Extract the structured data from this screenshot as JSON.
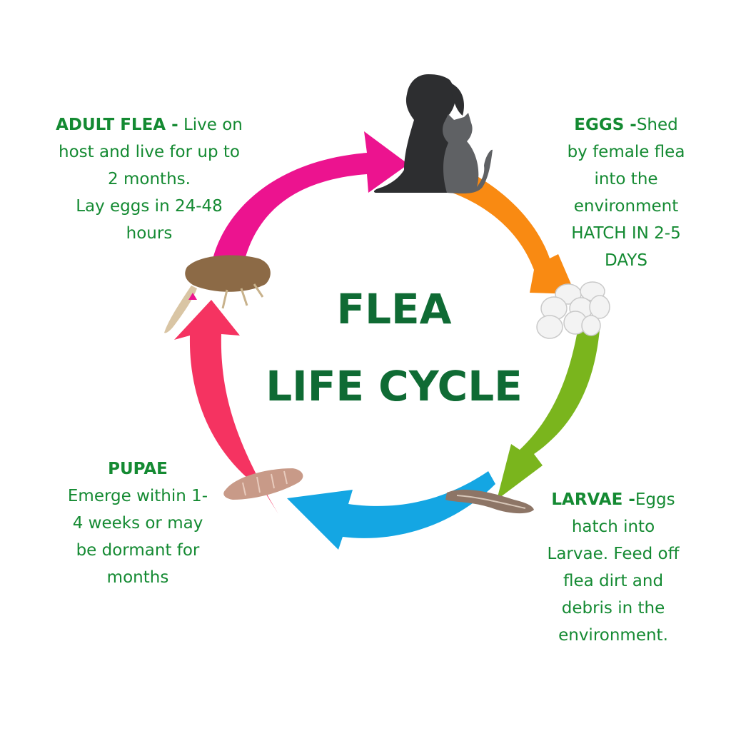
{
  "title": {
    "line1": "FLEA",
    "line2": "LIFE CYCLE"
  },
  "stages": {
    "adult": {
      "label": "ADULT FLEA -",
      "first_rest": " Live on",
      "lines": [
        "host and live for up to",
        "2 months.",
        "Lay eggs in 24-48",
        "hours"
      ]
    },
    "eggs": {
      "label": "EGGS -",
      "first_rest": "Shed",
      "lines": [
        "by female flea",
        "into the",
        "environment",
        "HATCH IN 2-5",
        "DAYS"
      ]
    },
    "larvae": {
      "label": "LARVAE -",
      "first_rest": "Eggs",
      "lines": [
        "hatch into",
        "Larvae. Feed off",
        "flea dirt and",
        "debris in the",
        "environment."
      ]
    },
    "pupae": {
      "label": "PUPAE",
      "first_rest": "",
      "lines": [
        "Emerge within 1-",
        "4 weeks or may",
        "be dormant for",
        "months"
      ]
    }
  },
  "colors": {
    "title": "#0f6b34",
    "text": "#148a32",
    "arrow_magenta": "#ec138f",
    "arrow_orange": "#f98a12",
    "arrow_green": "#7ab51d",
    "arrow_blue": "#14a6e3",
    "arrow_red": "#f53361"
  }
}
